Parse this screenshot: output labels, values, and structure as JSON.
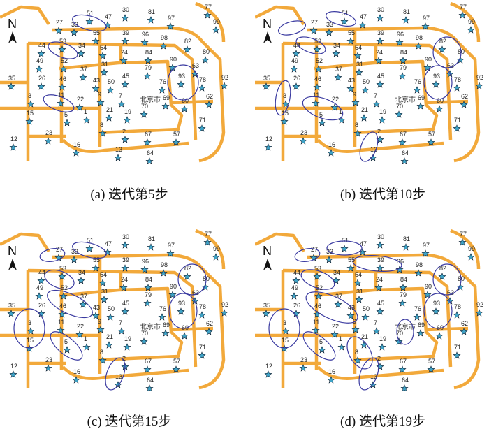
{
  "city_label": "北京市",
  "north_label": "N",
  "colors": {
    "road": "#f2a93b",
    "star": "#3fa3c7",
    "ellipse": "#3a3aa0"
  },
  "stations": [
    "51",
    "47",
    "30",
    "81",
    "97",
    "77",
    "99",
    "27",
    "33",
    "55",
    "39",
    "96",
    "98",
    "82",
    "80",
    "44",
    "53",
    "34",
    "54",
    "24",
    "84",
    "90",
    "63",
    "92",
    "49",
    "52",
    "37",
    "31",
    "79",
    "45",
    "35",
    "26",
    "46",
    "43",
    "50",
    "76",
    "93",
    "78",
    "3",
    "11",
    "22",
    "9",
    "7",
    "69",
    "60",
    "62",
    "15",
    "5",
    "1",
    "21",
    "19",
    "70",
    "8",
    "71",
    "23",
    "2",
    "67",
    "57",
    "12",
    "16",
    "13",
    "64"
  ],
  "panels": [
    {
      "caption": "(a) 迭代第5步"
    },
    {
      "caption": "(b) 迭代第10步"
    },
    {
      "caption": "(c) 迭代第15步"
    },
    {
      "caption": "(d) 迭代第19步"
    }
  ]
}
